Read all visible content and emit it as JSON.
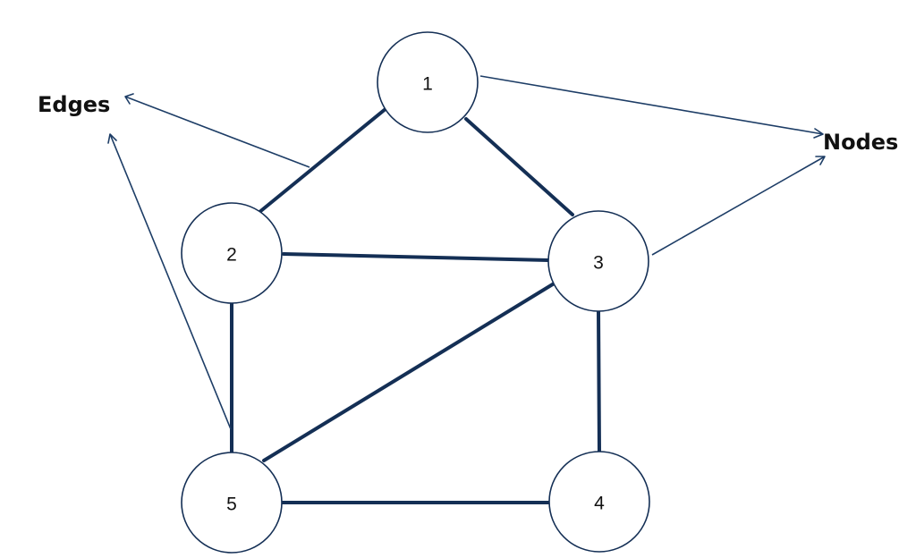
{
  "labels": {
    "edges": "Edges",
    "nodes": "Nodes"
  },
  "nodes": [
    {
      "id": "1",
      "label": "1"
    },
    {
      "id": "2",
      "label": "2"
    },
    {
      "id": "3",
      "label": "3"
    },
    {
      "id": "4",
      "label": "4"
    },
    {
      "id": "5",
      "label": "5"
    }
  ],
  "edges": [
    {
      "from": "1",
      "to": "2"
    },
    {
      "from": "1",
      "to": "3"
    },
    {
      "from": "2",
      "to": "3"
    },
    {
      "from": "2",
      "to": "5"
    },
    {
      "from": "3",
      "to": "5"
    },
    {
      "from": "3",
      "to": "4"
    },
    {
      "from": "5",
      "to": "4"
    }
  ],
  "colors": {
    "edge": "#142f55",
    "pointer": "#1d3d66",
    "node_fill": "#ffffff",
    "text": "#111111"
  }
}
